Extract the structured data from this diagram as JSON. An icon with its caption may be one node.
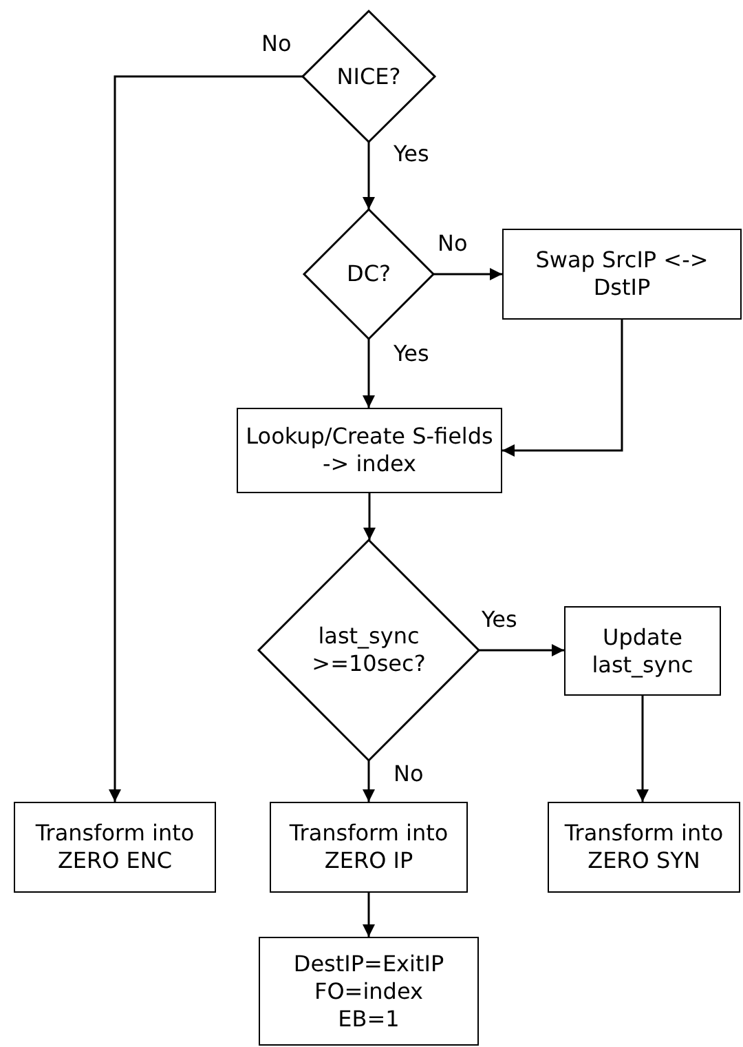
{
  "diagram": {
    "nodes": [
      {
        "text": [
          "NICE?"
        ]
      },
      {
        "text": [
          "DC?"
        ]
      },
      {
        "text": [
          "Swap SrcIP <-> DstIP"
        ]
      },
      {
        "text": [
          "Lookup/Create S-fields -> index"
        ]
      },
      {
        "text": [
          "last_sync >=10sec?"
        ]
      },
      {
        "text": [
          "Update last_sync"
        ]
      },
      {
        "text": [
          "Transform into ZERO ENC"
        ]
      },
      {
        "text": [
          "Transform into ZERO IP"
        ]
      },
      {
        "text": [
          "Transform into ZERO SYN"
        ]
      },
      {
        "text": [
          "DestIP=ExitIP FO=index EB=1"
        ]
      }
    ],
    "edges": [
      {
        "from": 0,
        "to": 6,
        "arrow": "to",
        "label": "No"
      },
      {
        "from": 0,
        "to": 1,
        "arrow": "to",
        "label": "Yes"
      },
      {
        "from": 1,
        "to": 2,
        "arrow": "to",
        "label": "No"
      },
      {
        "from": 1,
        "to": 3,
        "arrow": "to",
        "label": "Yes"
      },
      {
        "from": 2,
        "to": 3,
        "arrow": "to"
      },
      {
        "from": 3,
        "to": 4,
        "arrow": "to"
      },
      {
        "from": 4,
        "to": 5,
        "arrow": "to",
        "label": "Yes"
      },
      {
        "from": 4,
        "to": 7,
        "arrow": "to",
        "label": "No"
      },
      {
        "from": 5,
        "to": 8,
        "arrow": "to"
      },
      {
        "from": 7,
        "to": 9,
        "arrow": "to"
      }
    ]
  }
}
